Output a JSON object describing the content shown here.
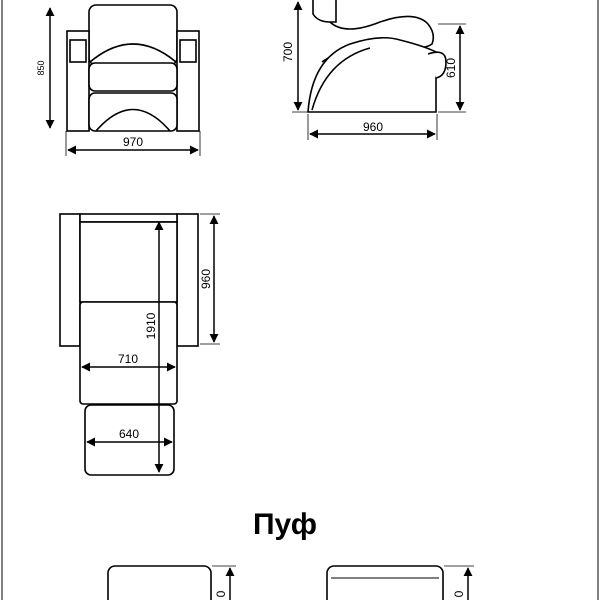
{
  "front_view": {
    "height_label": "850",
    "width_label": "970"
  },
  "side_view": {
    "height_label": "700",
    "seat_height_label": "610",
    "depth_label": "960"
  },
  "top_view": {
    "depth_label": "960",
    "unfolded_length_label": "1910",
    "seat_width_label": "710",
    "footrest_width_label": "640"
  },
  "pouf": {
    "title": "Пуф",
    "left_label_partial": "0",
    "right_label_partial": "0"
  }
}
